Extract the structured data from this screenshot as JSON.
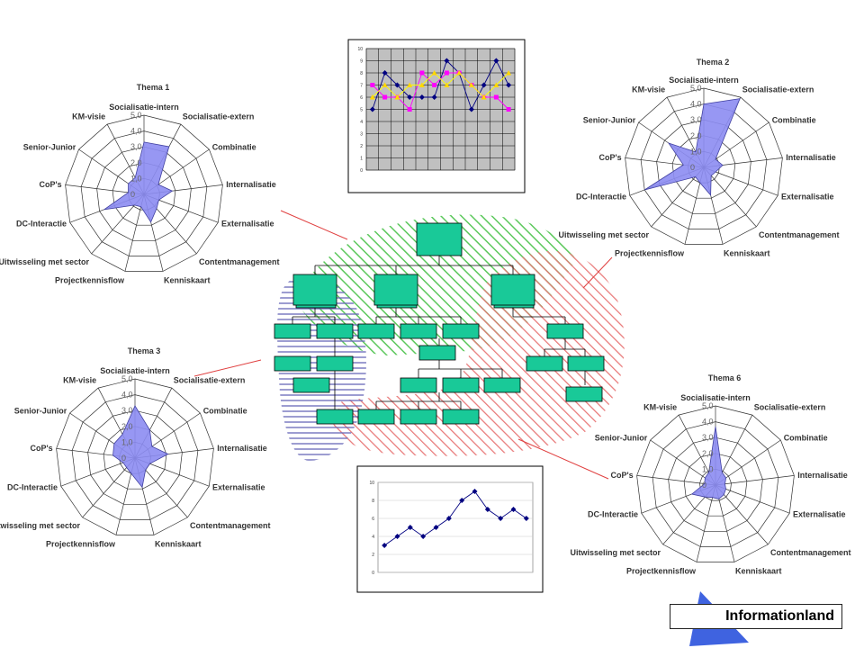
{
  "brand": {
    "label": "Informationland"
  },
  "radar_axes": [
    "Socialisatie-intern",
    "Socialisatie-extern",
    "Combinatie",
    "Internalisatie",
    "Externalisatie",
    "Contentmanagement",
    "Kenniskaart",
    "Projectkennisflow",
    "Uitwisseling met sector",
    "DC-Interactie",
    "CoP's",
    "Senior-Junior",
    "KM-visie"
  ],
  "radar_ticks": [
    "5,0",
    "4,0",
    "3,0",
    "2,0",
    "1,0",
    "0"
  ],
  "colors": {
    "radar_fill": "#8c8cf2",
    "radar_edge": "#4040a0",
    "box": "#19c998",
    "green_hatch": "#5cc85c",
    "red_hatch": "#e87878",
    "blue_hatch": "#6868b8",
    "connector": "#e04040"
  },
  "chart_data": [
    {
      "type": "radar",
      "title": "Thema 1",
      "categories": [
        "Socialisatie-intern",
        "Socialisatie-extern",
        "Combinatie",
        "Internalisatie",
        "Externalisatie",
        "Contentmanagement",
        "Kenniskaart",
        "Projectkennisflow",
        "Uitwisseling met sector",
        "DC-Interactie",
        "CoP's",
        "Senior-Junior",
        "KM-visie"
      ],
      "values": [
        3.3,
        3.4,
        1.1,
        1.8,
        1.0,
        1.2,
        1.8,
        0.8,
        0.9,
        2.7,
        1.0,
        1.2,
        1.2
      ],
      "ylim": [
        0,
        5
      ]
    },
    {
      "type": "radar",
      "title": "Thema 2",
      "categories": [
        "Socialisatie-intern",
        "Socialisatie-extern",
        "Combinatie",
        "Internalisatie",
        "Externalisatie",
        "Contentmanagement",
        "Kenniskaart",
        "Projectkennisflow",
        "Uitwisseling met sector",
        "DC-Interactie",
        "CoP's",
        "Senior-Junior",
        "KM-visie"
      ],
      "values": [
        4.0,
        4.9,
        0.9,
        1.2,
        0.8,
        0.7,
        1.8,
        1.0,
        0.8,
        4.0,
        1.3,
        2.7,
        1.1
      ],
      "ylim": [
        0,
        5
      ]
    },
    {
      "type": "radar",
      "title": "Thema 3",
      "categories": [
        "Socialisatie-intern",
        "Socialisatie-extern",
        "Combinatie",
        "Internalisatie",
        "Externalisatie",
        "Contentmanagement",
        "Kenniskaart",
        "Projectkennisflow",
        "Uitwisseling met sector",
        "DC-Interactie",
        "CoP's",
        "Senior-Junior",
        "KM-visie"
      ],
      "values": [
        3.3,
        2.0,
        1.3,
        2.1,
        1.0,
        1.0,
        1.9,
        1.0,
        0.8,
        0.8,
        1.4,
        1.6,
        1.7
      ],
      "ylim": [
        0,
        5
      ]
    },
    {
      "type": "radar",
      "title": "Thema 6",
      "categories": [
        "Socialisatie-intern",
        "Socialisatie-extern",
        "Combinatie",
        "Internalisatie",
        "Externalisatie",
        "Contentmanagement",
        "Kenniskaart",
        "Projectkennisflow",
        "Uitwisseling met sector",
        "DC-Interactie",
        "CoP's",
        "Senior-Junior",
        "KM-visie"
      ],
      "values": [
        3.7,
        0.9,
        0.8,
        0.6,
        0.7,
        0.8,
        0.9,
        0.8,
        1.0,
        1.6,
        0.7,
        0.8,
        0.9
      ],
      "ylim": [
        0,
        5
      ]
    },
    {
      "type": "line",
      "title": "",
      "x": [
        1,
        2,
        3,
        4,
        5,
        6,
        7,
        8,
        9,
        10,
        11,
        12
      ],
      "series": [
        {
          "values": [
            5,
            8,
            7,
            6,
            6,
            6,
            9,
            8,
            5,
            7,
            9,
            7
          ]
        },
        {
          "values": [
            7,
            6,
            6,
            5,
            8,
            7,
            8,
            8,
            7,
            6,
            6,
            5
          ]
        },
        {
          "values": [
            6,
            7,
            6,
            7,
            7,
            8,
            7,
            8,
            7,
            6,
            7,
            8
          ]
        }
      ],
      "ylim": [
        0,
        10
      ],
      "yticks": [
        0,
        1,
        2,
        3,
        4,
        5,
        6,
        7,
        8,
        9,
        10
      ]
    },
    {
      "type": "line",
      "title": "",
      "x": [
        1,
        2,
        3,
        4,
        5,
        6,
        7,
        8,
        9,
        10,
        11,
        12
      ],
      "series": [
        {
          "values": [
            3,
            4,
            5,
            4,
            5,
            6,
            8,
            9,
            7,
            6,
            7,
            6
          ]
        }
      ],
      "ylim": [
        0,
        10
      ],
      "yticks": [
        0,
        2,
        4,
        6,
        8,
        10
      ]
    }
  ]
}
